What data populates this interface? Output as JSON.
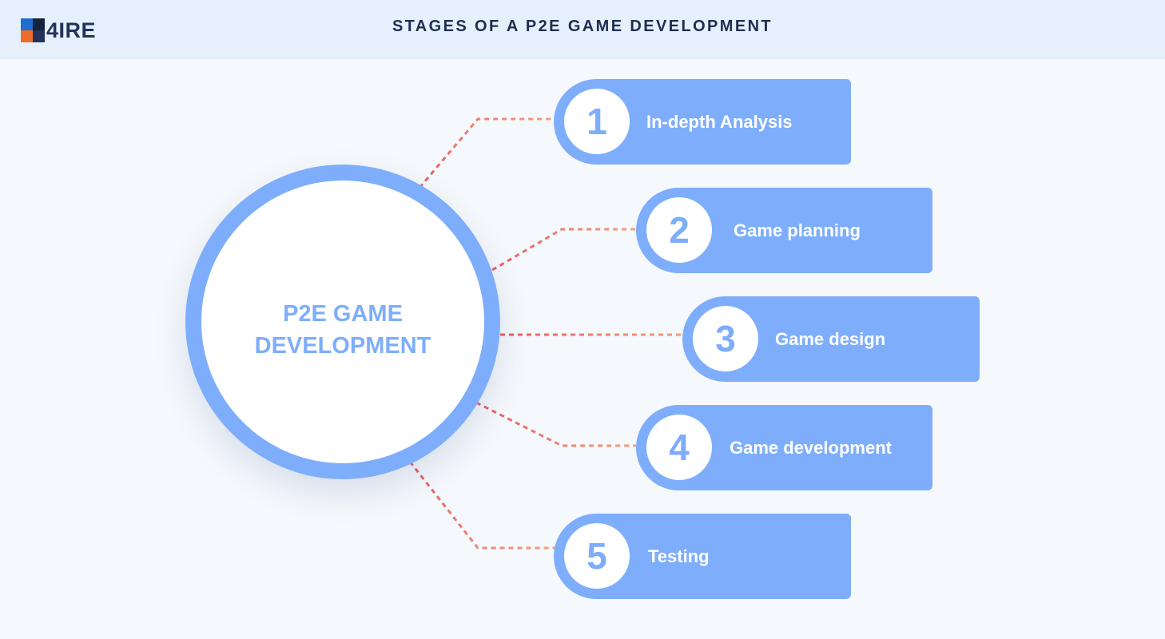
{
  "brand": {
    "logo_text": "4IRE",
    "logo_icon": "4ire-logo-icon"
  },
  "header": {
    "title": "STAGES OF A P2E GAME DEVELOPMENT"
  },
  "center": {
    "label": "P2E GAME DEVELOPMENT"
  },
  "stages": [
    {
      "number": "1",
      "label": "In-depth Analysis"
    },
    {
      "number": "2",
      "label": "Game planning"
    },
    {
      "number": "3",
      "label": "Game design"
    },
    {
      "number": "4",
      "label": "Game development"
    },
    {
      "number": "5",
      "label": "Testing"
    }
  ],
  "colors": {
    "accent": "#7eaefb",
    "connector_near": "#e85d63",
    "connector_far": "#f2a07b",
    "heading": "#1f2d4f",
    "background": "#f5f8fc",
    "header_background": "#e6f0fc"
  }
}
